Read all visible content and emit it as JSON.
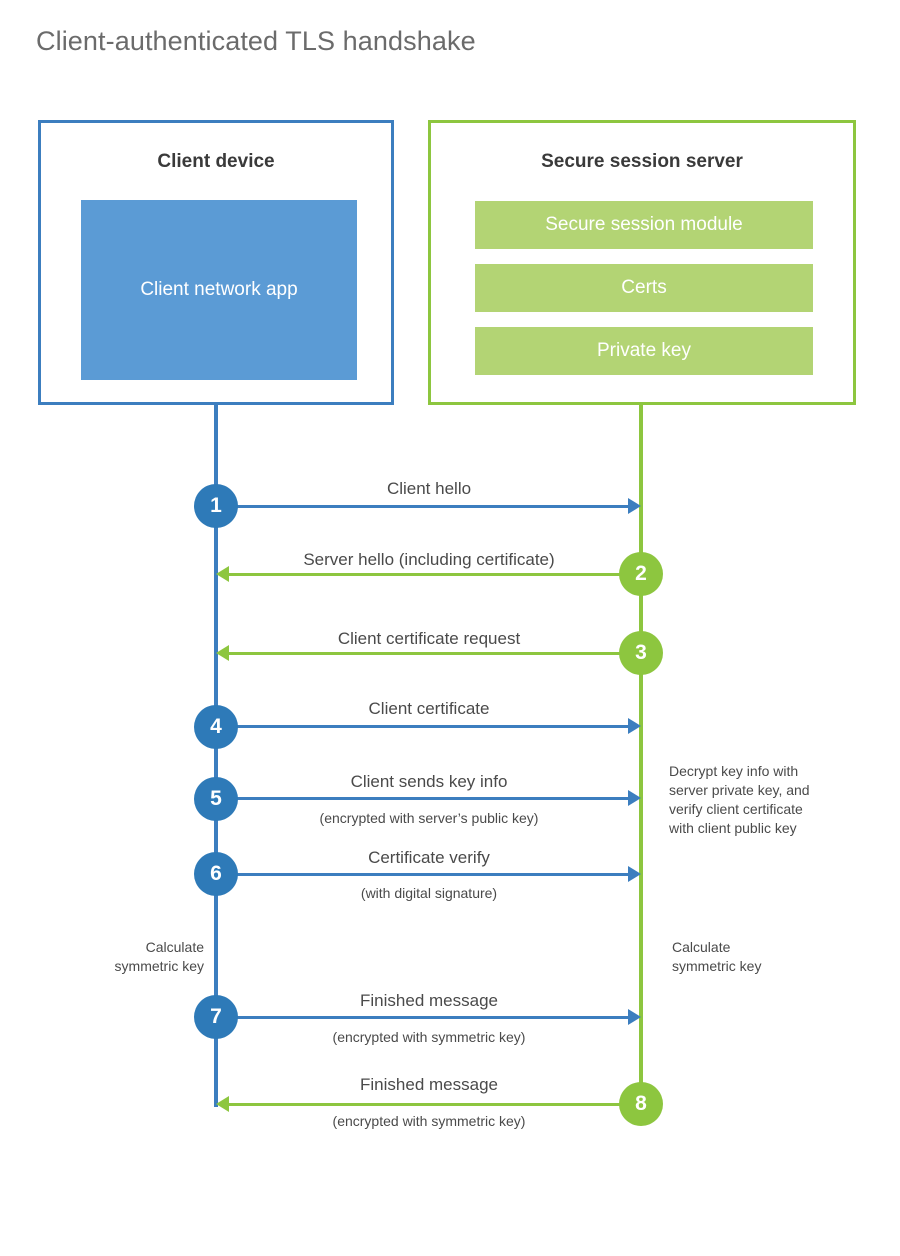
{
  "title": "Client-authenticated TLS handshake",
  "colors": {
    "client_blue": "#3c7ebf",
    "client_app_fill": "#5b9bd5",
    "server_green": "#8dc63f",
    "server_bar_fill": "#b3d474",
    "circle_blue": "#2e7ab8",
    "circle_green": "#8dc63f",
    "title_grey": "#6b6b6b",
    "text_grey": "#4a4a4a",
    "background": "#ffffff"
  },
  "chart_data": {
    "type": "diagram",
    "diagram_kind": "sequence-diagram",
    "title": "Client-authenticated TLS handshake",
    "participants": [
      {
        "id": "client",
        "label": "Client device",
        "color": "#3c7ebf"
      },
      {
        "id": "server",
        "label": "Secure session server",
        "color": "#8dc63f"
      }
    ],
    "steps": [
      {
        "number": "1",
        "from": "client",
        "to": "server",
        "label": "Client hello",
        "sub": ""
      },
      {
        "number": "2",
        "from": "server",
        "to": "client",
        "label": "Server hello (including certificate)",
        "sub": ""
      },
      {
        "number": "3",
        "from": "server",
        "to": "client",
        "label": "Client certificate request",
        "sub": ""
      },
      {
        "number": "4",
        "from": "client",
        "to": "server",
        "label": "Client certificate",
        "sub": ""
      },
      {
        "number": "5",
        "from": "client",
        "to": "server",
        "label": "Client sends key info",
        "sub": "(encrypted with server’s public key)"
      },
      {
        "number": "6",
        "from": "client",
        "to": "server",
        "label": "Certificate verify",
        "sub": "(with digital signature)"
      },
      {
        "number": "7",
        "from": "client",
        "to": "server",
        "label": "Finished message",
        "sub": "(encrypted with symmetric key)"
      },
      {
        "number": "8",
        "from": "server",
        "to": "client",
        "label": "Finished message",
        "sub": "(encrypted with symmetric key)"
      }
    ],
    "annotations": [
      {
        "side": "server",
        "text": "Decrypt key info with server private key, and verify client certificate with client public key"
      },
      {
        "side": "client",
        "text": "Calculate symmetric key"
      },
      {
        "side": "server",
        "text": "Calculate symmetric key"
      }
    ]
  },
  "client_panel": {
    "title": "Client device",
    "app_label": "Client network app"
  },
  "server_panel": {
    "title": "Secure session server",
    "modules": [
      {
        "label": "Secure session module"
      },
      {
        "label": "Certs"
      },
      {
        "label": "Private key"
      }
    ]
  },
  "steps": [
    {
      "number": "1",
      "label": "Client hello",
      "sub": ""
    },
    {
      "number": "2",
      "label": "Server hello (including certificate)",
      "sub": ""
    },
    {
      "number": "3",
      "label": "Client certificate request",
      "sub": ""
    },
    {
      "number": "4",
      "label": "Client certificate",
      "sub": ""
    },
    {
      "number": "5",
      "label": "Client sends key info",
      "sub": "(encrypted with server’s public key)"
    },
    {
      "number": "6",
      "label": "Certificate verify",
      "sub": "(with digital signature)"
    },
    {
      "number": "7",
      "label": "Finished message",
      "sub": "(encrypted with symmetric key)"
    },
    {
      "number": "8",
      "label": "Finished message",
      "sub": "(encrypted with symmetric key)"
    }
  ],
  "notes": {
    "decrypt": {
      "line1": "Decrypt key info with",
      "line2": "server private key, and",
      "line3": "verify client certificate",
      "line4": "with client public key"
    },
    "calc_client": {
      "line1": "Calculate",
      "line2": "symmetric key"
    },
    "calc_server": {
      "line1": "Calculate",
      "line2": "symmetric key"
    }
  }
}
